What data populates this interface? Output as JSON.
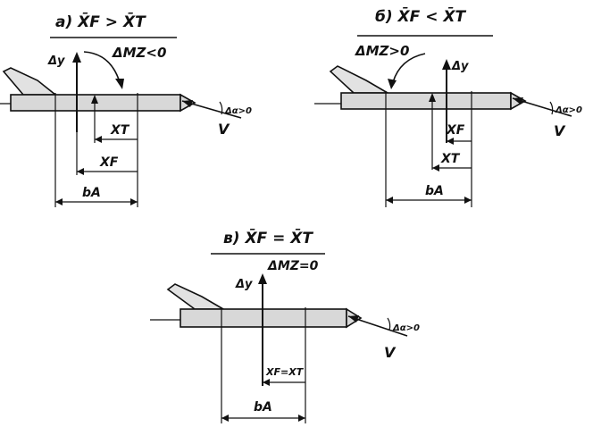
{
  "panels": [
    {
      "id": "a",
      "title": "а) X̄F > X̄T",
      "moment": "ΔMZ<0",
      "lift": "Δy",
      "alpha": "Δα>0",
      "velocity": "V",
      "dims": [
        "XT",
        "XF",
        "bA"
      ]
    },
    {
      "id": "b",
      "title": "б) X̄F < X̄T",
      "moment": "ΔMZ>0",
      "lift": "Δy",
      "alpha": "Δα>0",
      "velocity": "V",
      "dims": [
        "XF",
        "XT",
        "bA"
      ]
    },
    {
      "id": "c",
      "title": "в) X̄F = X̄T",
      "moment": "ΔMZ=0",
      "lift": "Δy",
      "alpha": "Δα>0",
      "velocity": "V",
      "dims": [
        "XF=XT",
        "bA"
      ]
    }
  ]
}
